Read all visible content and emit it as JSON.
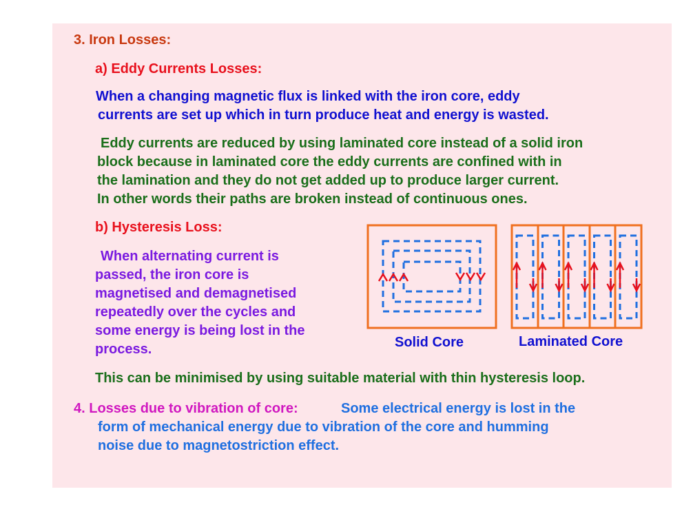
{
  "heading3": "3.  Iron Losses:",
  "eddy": {
    "title": "a)  Eddy Currents Losses:",
    "para1": [
      "When a changing magnetic flux is linked with the iron core, eddy",
      "currents are set up which in turn produce heat and energy is wasted."
    ],
    "para2": [
      "Eddy currents are reduced by using laminated core instead of a solid iron",
      "block because in laminated core the eddy currents are confined with in",
      "the lamination and they do not get added up to produce larger current.",
      "In other  words their paths are broken instead of continuous ones."
    ]
  },
  "hysteresis": {
    "title": "b) Hysteresis Loss:",
    "para": [
      "When alternating current is",
      "passed, the iron core is",
      "magnetised and demagnetised",
      "repeatedly over the cycles and",
      "some energy is being lost in the",
      "process."
    ],
    "note": "This can be minimised by using suitable material with thin hysteresis loop."
  },
  "diagram": {
    "solid_label": "Solid Core",
    "laminated_label": "Laminated Core",
    "core_color": "#f07020",
    "path_color": "#1f6fe0",
    "arrow_color": "#e8101c"
  },
  "item4": {
    "label": "4.  Losses due to vibration of core:",
    "text": [
      "Some electrical energy is lost in the",
      "form of mechanical energy due to vibration of the core and humming",
      "noise due to magnetostriction effect."
    ]
  }
}
